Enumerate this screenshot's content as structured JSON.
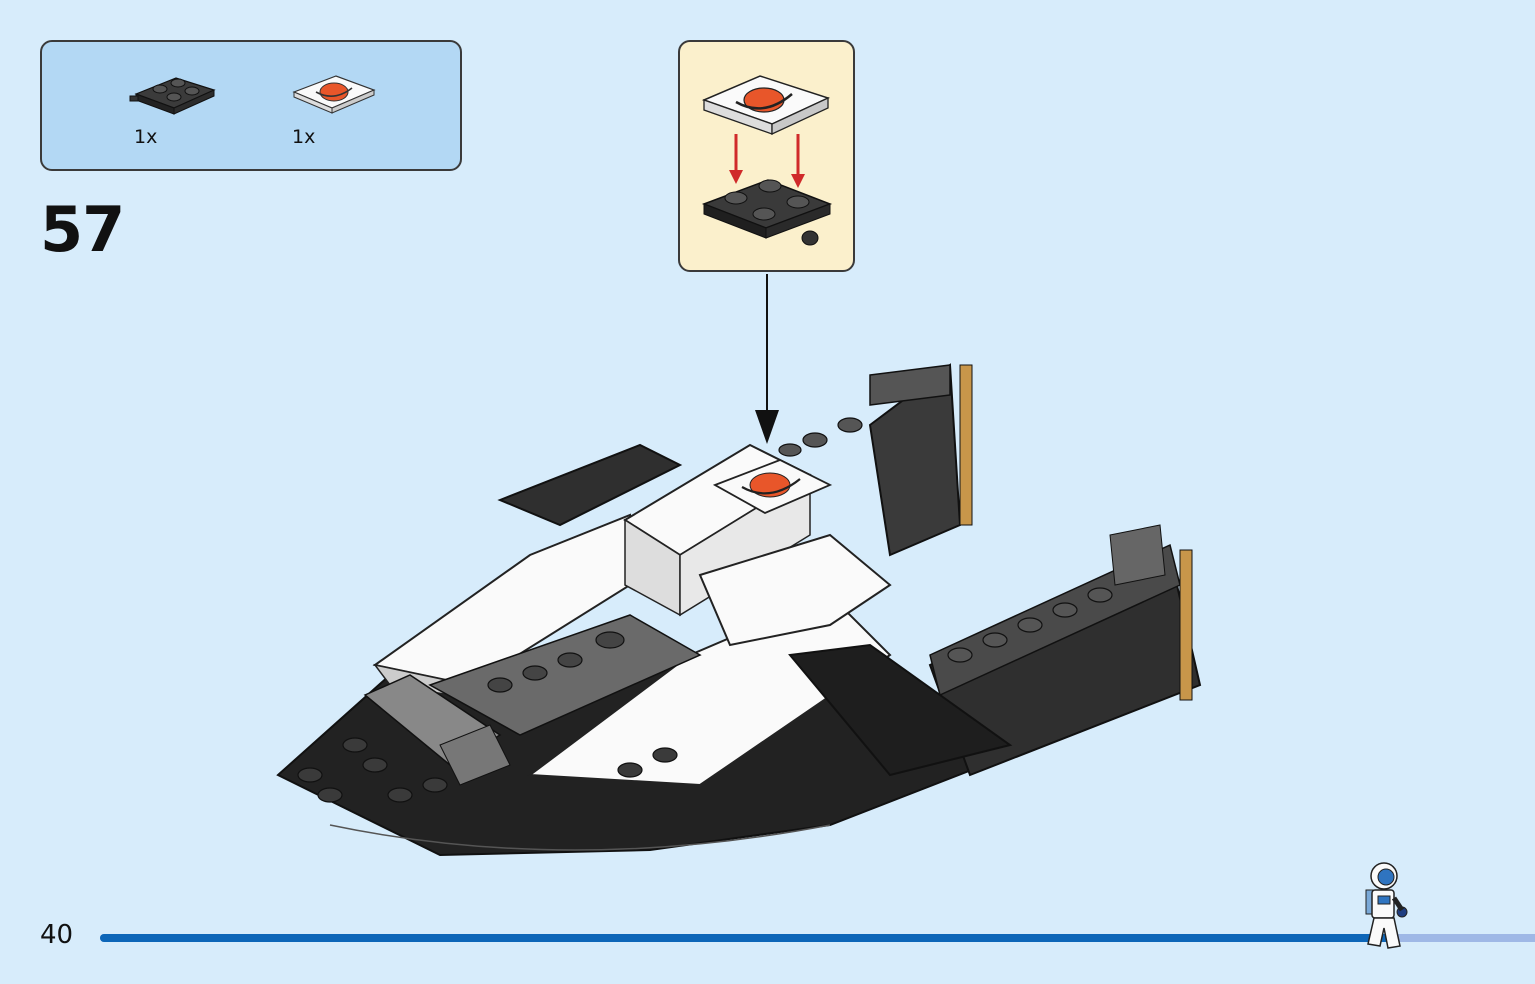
{
  "step": {
    "number": "57"
  },
  "parts_list": [
    {
      "icon": "dark-grey-plate-2x2-with-pin-icon",
      "quantity": "1x"
    },
    {
      "icon": "white-tile-2x2-planet-decoration-icon",
      "quantity": "1x"
    }
  ],
  "page": {
    "number": "40",
    "progress_fraction": 0.9
  },
  "colors": {
    "background": "#d7ecfb",
    "parts_box": "#b3d8f4",
    "sub_assembly_box": "#fbf0cc",
    "progress": "#0d66b8",
    "progress_track": "#9fb8e6",
    "placement_arrow": "#d02a2a"
  }
}
